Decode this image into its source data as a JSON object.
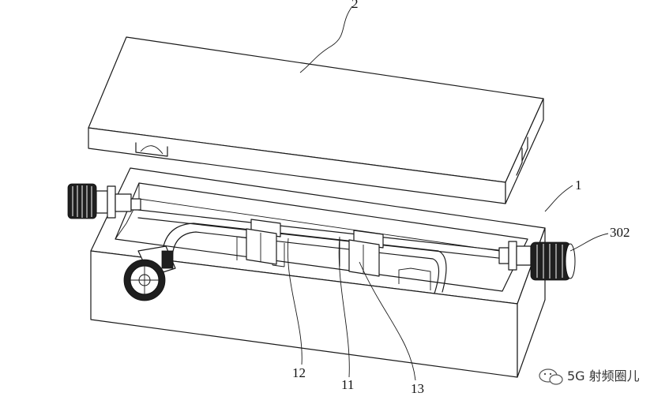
{
  "labels": {
    "l2": "2",
    "l1": "1",
    "l302": "302",
    "l12": "12",
    "l11": "11",
    "l13": "13"
  },
  "watermark": {
    "text": "5G 射频圈儿",
    "icon": "wechat-icon"
  },
  "colors": {
    "line": "#1a1a1a",
    "background": "#ffffff"
  }
}
